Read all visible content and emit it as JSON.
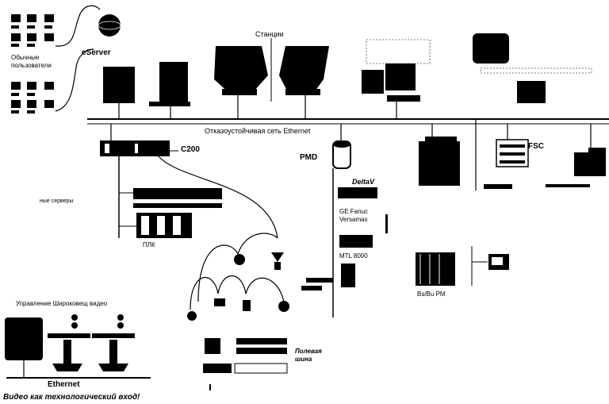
{
  "labels": {
    "ordinary_users": "Обычные пользователи",
    "eserver": "eServer",
    "stations": "Станции",
    "fault_tolerant_ethernet": "Отказоустойчивая сеть Ethernet",
    "c200": "C200",
    "fsc": "FSC",
    "pmd": "PMD",
    "servers": "ные серверы",
    "deltav": "DeltaV",
    "ge_fanuc": "GE Fanuc Versamax",
    "plc": "ПЛК",
    "mtl": "MTL 8000",
    "pm": "Bs/Bu PM",
    "cctv": "Управление Широковещ видео",
    "ethernet": "Ethernet",
    "fieldbus": "Полевая шина",
    "video_footer": "Видео как технологический вход!"
  },
  "colors": {
    "ink": "#000000",
    "background": "#ffffff"
  },
  "icons": [
    "workstation-icon",
    "globe-icon",
    "server-tower-icon",
    "operator-console-icon",
    "monitor-icon",
    "printer-icon",
    "controller-rack-icon",
    "cylinder-icon",
    "camera-icon",
    "valve-icon",
    "network-link-icon"
  ]
}
